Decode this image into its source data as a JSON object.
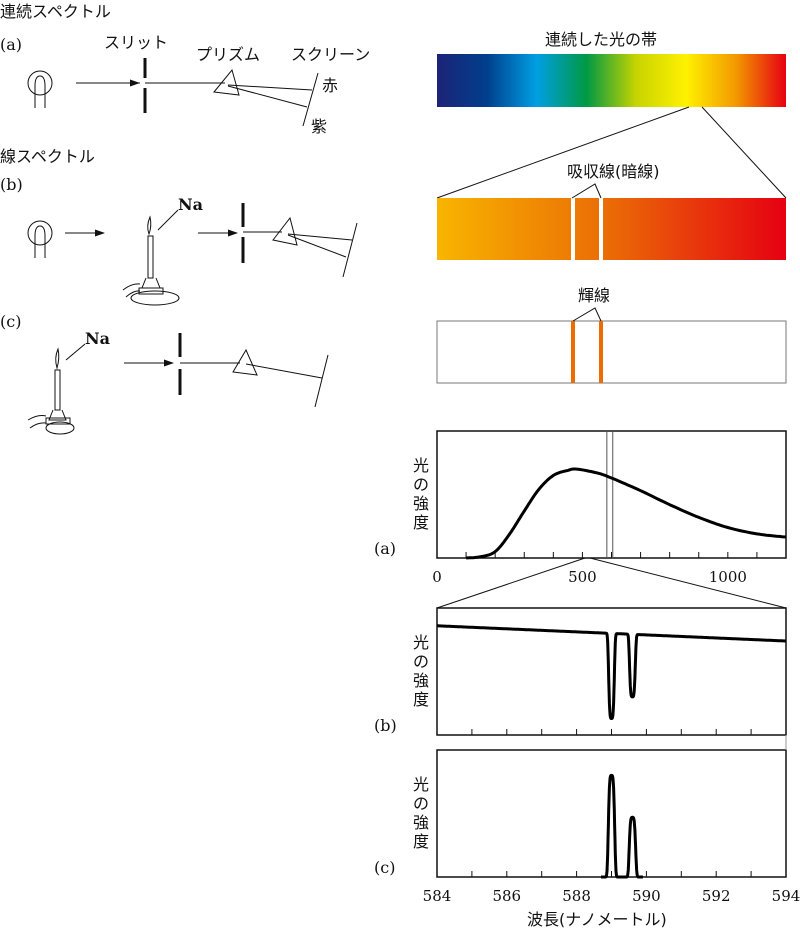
{
  "left": {
    "continuous_title": "連続スペクトル",
    "line_title": "線スペクトル",
    "label_a": "(a)",
    "label_b": "(b)",
    "label_c": "(c)",
    "slit": "スリット",
    "prism": "プリズム",
    "screen": "スクリーン",
    "red": "赤",
    "violet": "紫",
    "na_b": "Na",
    "na_c": "Na"
  },
  "spectra": {
    "continuous_label": "連続した光の帯",
    "absorption_label": "吸収線(暗線)",
    "emission_label": "輝線",
    "colors": [
      "#1d2377",
      "#003f8c",
      "#009fe3",
      "#009944",
      "#c8d400",
      "#fff100",
      "#f39800",
      "#e60012"
    ],
    "absorption_colors": [
      "#f8b500",
      "#ea6a06",
      "#e60012"
    ],
    "emission_line_color": "#ec6c00"
  },
  "chart_data": [
    {
      "type": "line",
      "panel_label": "(a)",
      "ylabel": [
        "光",
        "の",
        "強",
        "度"
      ],
      "xlim": [
        0,
        1200
      ],
      "xticks": [
        0,
        500,
        1000
      ],
      "minor_tick_step": 100,
      "x": [
        100,
        150,
        200,
        250,
        300,
        350,
        400,
        450,
        480,
        550,
        600,
        700,
        800,
        900,
        1000,
        1100,
        1200
      ],
      "y": [
        0,
        0.01,
        0.05,
        0.19,
        0.37,
        0.54,
        0.65,
        0.69,
        0.7,
        0.67,
        0.63,
        0.53,
        0.42,
        0.32,
        0.24,
        0.19,
        0.165
      ],
      "ylim": [
        0,
        1
      ],
      "highlight_range": [
        584,
        594
      ]
    },
    {
      "type": "line",
      "panel_label": "(b)",
      "ylabel": [
        "光",
        "の",
        "強",
        "度"
      ],
      "xlim": [
        584,
        594
      ],
      "baseline": [
        0.86,
        0.74
      ],
      "lines": [
        {
          "center": 589.0,
          "value": 0.13
        },
        {
          "center": 589.6,
          "value": 0.3
        }
      ],
      "ylim": [
        0,
        1
      ]
    },
    {
      "type": "line",
      "panel_label": "(c)",
      "ylabel": [
        "光",
        "の",
        "強",
        "度"
      ],
      "xlim": [
        584,
        594
      ],
      "xticks": [
        584,
        586,
        588,
        590,
        592,
        594
      ],
      "minor_tick_step": 1,
      "lines": [
        {
          "center": 589.0,
          "value": 0.8
        },
        {
          "center": 589.6,
          "value": 0.47
        }
      ],
      "xlabel": "波長(ナノメートル)",
      "ylim": [
        0,
        1
      ]
    }
  ]
}
